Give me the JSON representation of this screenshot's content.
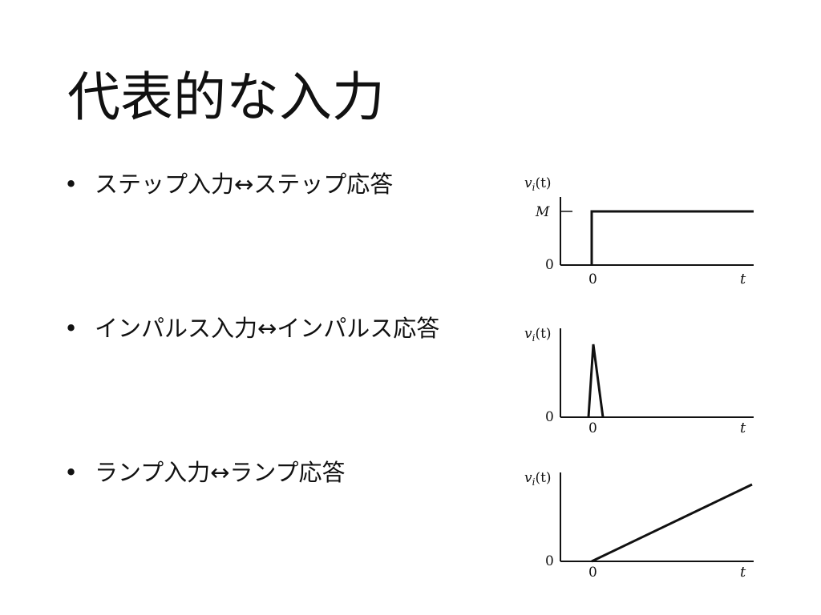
{
  "slide": {
    "title": "代表的な入力",
    "bullet_glyph": "•"
  },
  "bullets": [
    {
      "text": "ステップ入力↔ステップ応答"
    },
    {
      "text": "インパルス入力↔インパルス応答"
    },
    {
      "text": "ランプ入力↔ランプ応答"
    }
  ],
  "graphs": [
    {
      "kind": "step",
      "ylabel_v": "v",
      "ylabel_sub": "i",
      "ylabel_rest": "(t)",
      "y_tick_label": "M",
      "origin_y": "0",
      "origin_x": "0",
      "xlabel": "t"
    },
    {
      "kind": "impulse",
      "ylabel_v": "v",
      "ylabel_sub": "i",
      "ylabel_rest": "(t)",
      "origin_y": "0",
      "origin_x": "0",
      "xlabel": "t"
    },
    {
      "kind": "ramp",
      "ylabel_v": "v",
      "ylabel_sub": "i",
      "ylabel_rest": "(t)",
      "origin_y": "0",
      "origin_x": "0",
      "xlabel": "t"
    }
  ]
}
